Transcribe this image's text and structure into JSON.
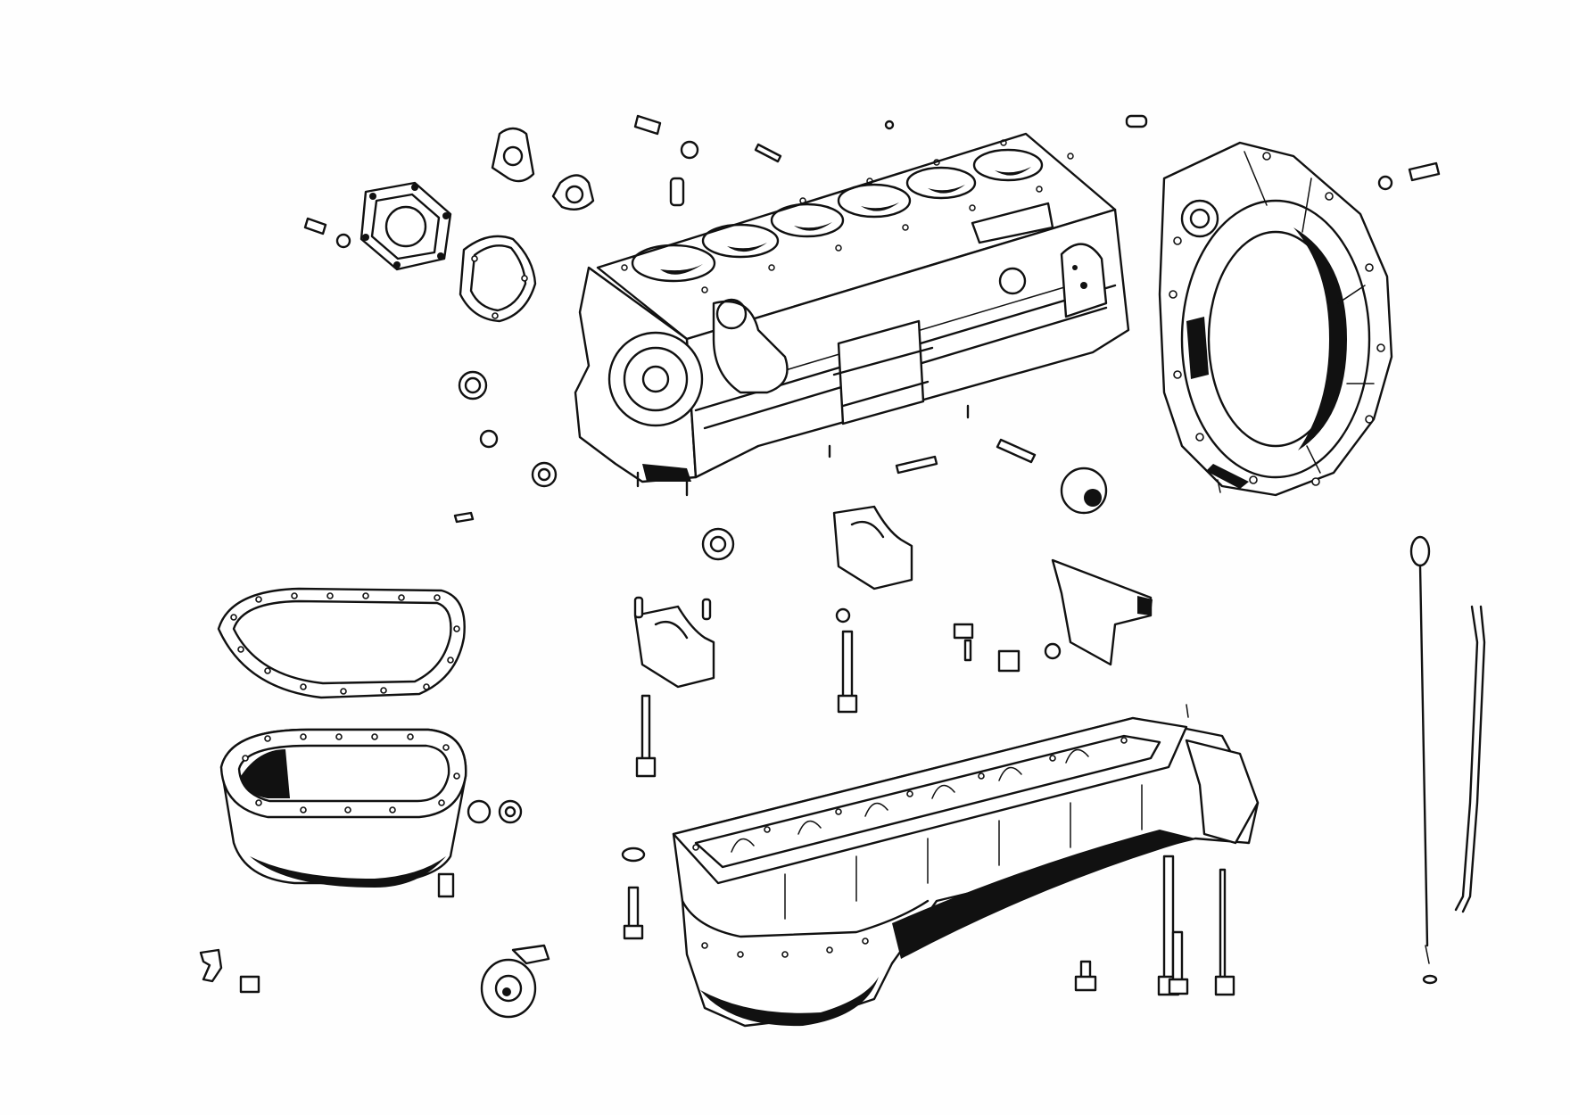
{
  "sheet": {
    "background": "#fefefe",
    "line_color": "#111111"
  },
  "parts": [
    {
      "id": "engine-block",
      "icon": "engine-block-icon"
    },
    {
      "id": "flywheel-housing",
      "icon": "flywheel-housing-icon"
    },
    {
      "id": "lower-oil-pan",
      "icon": "oil-pan-icon"
    },
    {
      "id": "upper-oil-pan",
      "icon": "oil-pan-icon"
    },
    {
      "id": "oil-pan-gasket",
      "icon": "gasket-icon"
    },
    {
      "id": "hexagonal-cover-plate",
      "icon": "cover-plate-icon"
    },
    {
      "id": "cover-gasket",
      "icon": "gasket-icon"
    },
    {
      "id": "triangular-flanges",
      "icon": "flange-icon"
    },
    {
      "id": "bearing-caps",
      "icon": "bearing-cap-icon"
    },
    {
      "id": "oil-dipstick",
      "icon": "dipstick-icon"
    },
    {
      "id": "dipstick-guide-tube",
      "icon": "tube-icon"
    },
    {
      "id": "bolts-and-studs",
      "icon": "bolt-icon"
    },
    {
      "id": "washers-and-plugs",
      "icon": "washer-icon"
    },
    {
      "id": "bracket",
      "icon": "bracket-icon"
    },
    {
      "id": "engine-mount",
      "icon": "mount-icon"
    }
  ]
}
